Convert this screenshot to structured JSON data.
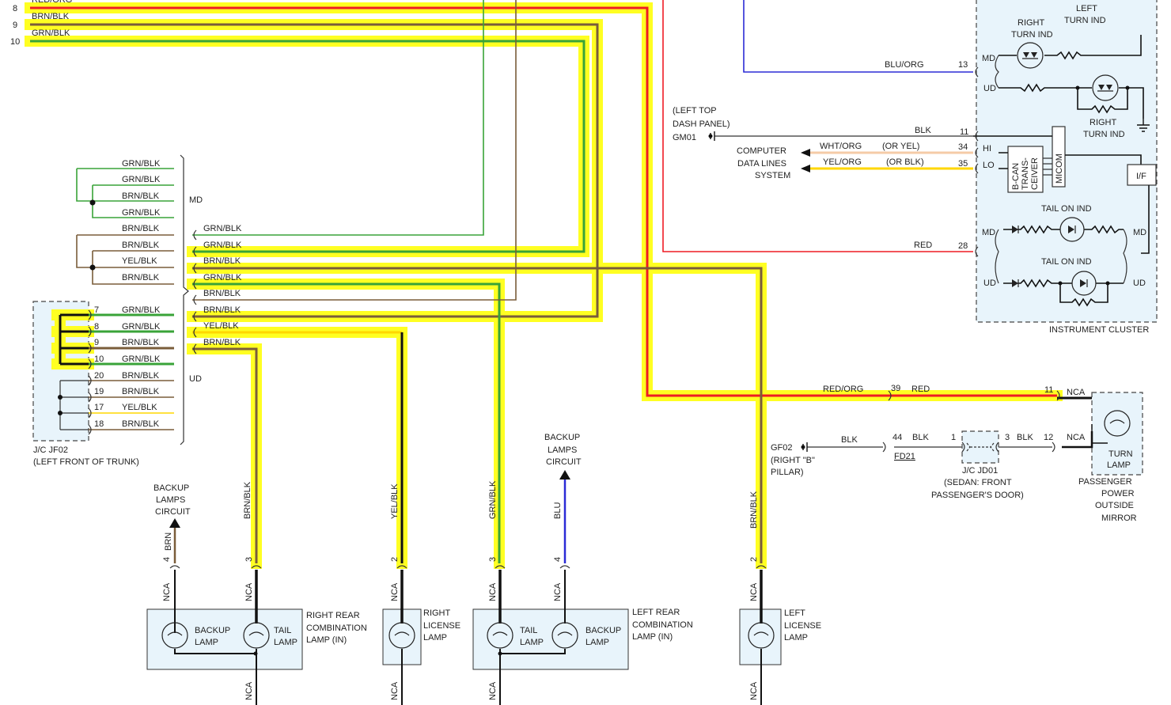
{
  "top_wires": [
    {
      "pin": "8",
      "color": "RED/ORG"
    },
    {
      "pin": "9",
      "color": "BRN/BLK"
    },
    {
      "pin": "10",
      "color": "GRN/BLK"
    }
  ],
  "jf02_md_colors": [
    "GRN/BLK",
    "GRN/BLK",
    "BRN/BLK",
    "GRN/BLK",
    "BRN/BLK",
    "BRN/BLK",
    "YEL/BLK",
    "BRN/BLK"
  ],
  "jf02_md_tag": "MD",
  "jf02_ud_tag": "UD",
  "jf02_ud_pins": [
    {
      "pin": "7",
      "color": "GRN/BLK"
    },
    {
      "pin": "8",
      "color": "GRN/BLK"
    },
    {
      "pin": "9",
      "color": "BRN/BLK"
    },
    {
      "pin": "10",
      "color": "GRN/BLK"
    },
    {
      "pin": "20",
      "color": "BRN/BLK"
    },
    {
      "pin": "19",
      "color": "BRN/BLK"
    },
    {
      "pin": "17",
      "color": "YEL/BLK"
    },
    {
      "pin": "18",
      "color": "BRN/BLK"
    }
  ],
  "jf02_outputs": [
    "GRN/BLK",
    "GRN/BLK",
    "BRN/BLK",
    "GRN/BLK",
    "BRN/BLK",
    "BRN/BLK",
    "YEL/BLK",
    "BRN/BLK"
  ],
  "jf02_label": [
    "J/C JF02",
    "(LEFT FRONT OF TRUNK)"
  ],
  "cluster": {
    "title": "INSTRUMENT CLUSTER",
    "left_turn": [
      "LEFT",
      "TURN IND"
    ],
    "right_turn_top": [
      "RIGHT",
      "TURN IND"
    ],
    "right_turn_bottom": [
      "RIGHT",
      "TURN IND"
    ],
    "tail_on_top": "TAIL ON IND",
    "tail_on_bottom": "TAIL ON IND",
    "md": "MD",
    "ud": "UD",
    "hi": "HI",
    "lo": "LO",
    "transceiver": [
      "B-CAN",
      "TRANS-",
      "CEIVER"
    ],
    "micom": "MICOM",
    "if": "I/F",
    "pins": {
      "blu_org": "13",
      "blk": "11",
      "hi": "34",
      "lo": "35",
      "red": "28"
    }
  },
  "cluster_wires": {
    "blu_org": "BLU/ORG",
    "blk": "BLK",
    "wht_org": "WHT/ORG",
    "or_yel": "(OR YEL)",
    "yel_org": "YEL/ORG",
    "or_blk": "(OR BLK)",
    "red": "RED"
  },
  "gm01": {
    "label": [
      "(LEFT TOP",
      "DASH PANEL)"
    ],
    "id": "GM01"
  },
  "computer_data": [
    "COMPUTER",
    "DATA LINES",
    "SYSTEM"
  ],
  "mirror_circuit": {
    "red_org": "RED/ORG",
    "pin39": "39",
    "red": "RED",
    "pin11": "11",
    "nca": "NCA",
    "gf02": [
      "GF02",
      "(RIGHT \"B\"",
      "PILLAR)"
    ],
    "blk1": "BLK",
    "pin44": "44",
    "blk2": "BLK",
    "fd21": "FD21",
    "pin1": "1",
    "pin3": "3",
    "blk3": "BLK",
    "pin12": "12",
    "nca2": "NCA",
    "jd01": [
      "J/C JD01",
      "(SEDAN: FRONT",
      "PASSENGER'S DOOR)"
    ],
    "turn_lamp": [
      "TURN",
      "LAMP"
    ],
    "mirror": [
      "PASSENGER",
      "POWER",
      "OUTSIDE",
      "MIRROR"
    ]
  },
  "backup_circuits": {
    "left": [
      "BACKUP",
      "LAMPS",
      "CIRCUIT"
    ],
    "right": [
      "BACKUP",
      "LAMPS",
      "CIRCUIT"
    ]
  },
  "vertical_wires": {
    "brn": "BRN",
    "brn_blk_1": "BRN/BLK",
    "yel_blk": "YEL/BLK",
    "grn_blk": "GRN/BLK",
    "blu": "BLU",
    "brn_blk_2": "BRN/BLK",
    "nca": "NCA"
  },
  "pins_bottom": {
    "p4a": "4",
    "p3a": "3",
    "p2a": "2",
    "p3b": "3",
    "p4b": "4",
    "p2b": "2"
  },
  "lamps": {
    "right_rear": [
      "RIGHT REAR",
      "COMBINATION",
      "LAMP (IN)"
    ],
    "backup": [
      "BACKUP",
      "LAMP"
    ],
    "tail": [
      "TAIL",
      "LAMP"
    ],
    "right_license": [
      "RIGHT",
      "LICENSE",
      "LAMP"
    ],
    "left_rear": [
      "LEFT REAR",
      "COMBINATION",
      "LAMP (IN)"
    ],
    "left_license": [
      "LEFT",
      "LICENSE",
      "LAMP"
    ]
  },
  "colors": {
    "red": "#ee1c24",
    "green": "#39a338",
    "brown": "#7a5d3a",
    "blue": "#2b2bd6",
    "yellow": "#ffd700",
    "highlight": "#ffff22",
    "box_fill": "#e8f4fb"
  }
}
